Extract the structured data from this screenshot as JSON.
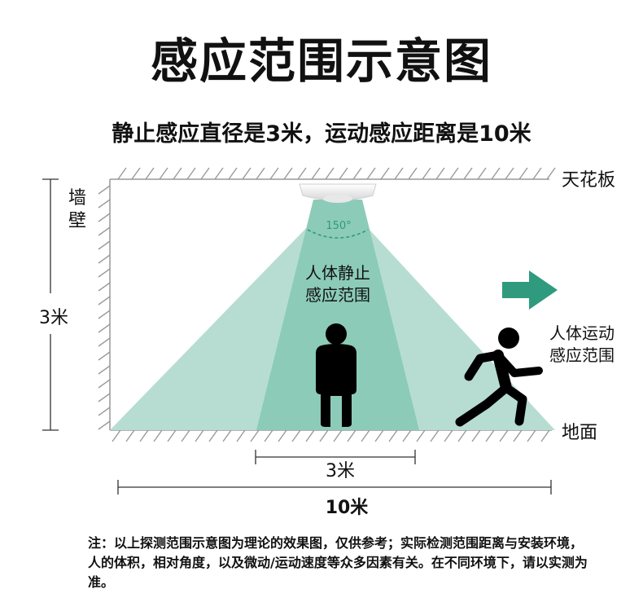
{
  "title": "感应范围示意图",
  "subtitle": "静止感应直径是3米，运动感应距离是10米",
  "labels": {
    "ceiling": "天花板",
    "wall": "墙壁",
    "wall_height": "3米",
    "floor": "地面",
    "angle": "150°",
    "static_zone": "人体静止感应范围",
    "static_zone_line1": "人体静止",
    "static_zone_line2": "感应范围",
    "motion_zone_line1": "人体运动",
    "motion_zone_line2": "感应范围",
    "static_diameter": "3米",
    "motion_distance": "10米"
  },
  "colors": {
    "motion_zone": "#b7ddd3",
    "static_zone": "#8ccbb8",
    "arrow": "#2f9a7e",
    "angle_arc": "#2f9a7e",
    "hatch": "#999999",
    "figure": "#000000"
  },
  "note": "注：以上探测范围示意图为理论的效果图，仅供参考；实际检测范围距离与安装环境，人的体积，相对角度，以及微动/运动速度等众多因素有关。在不同环境下，请以实测为准。"
}
